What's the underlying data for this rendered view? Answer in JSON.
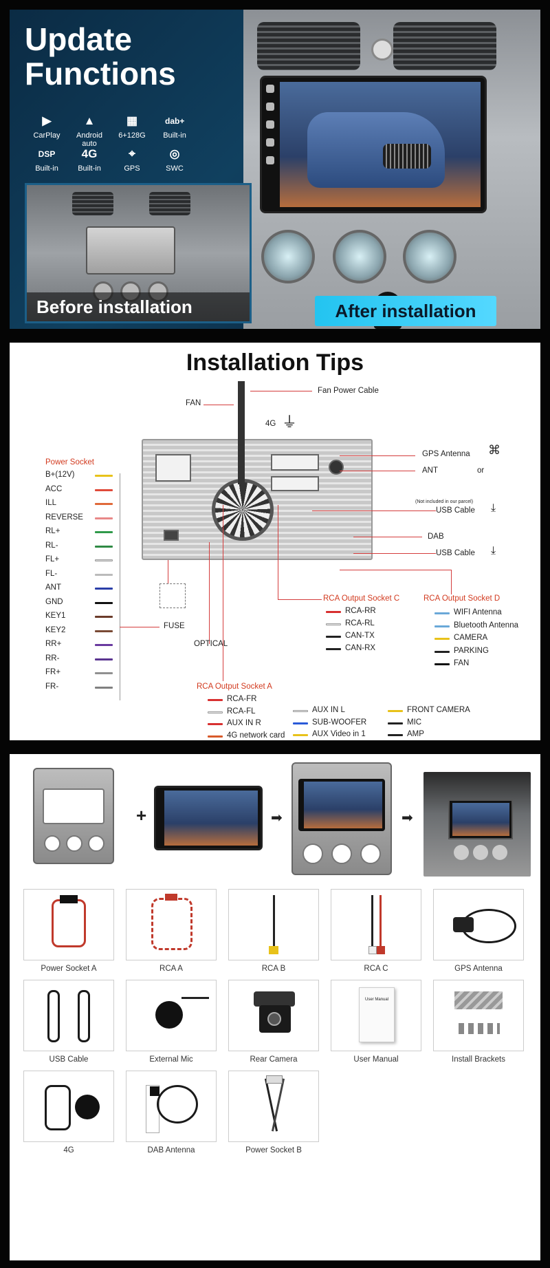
{
  "hero": {
    "title_line1": "Update",
    "title_line2": "Functions",
    "before_label": "Before installation",
    "after_label": "After installation",
    "features": [
      {
        "icon": "carplay-icon",
        "label": "CarPlay"
      },
      {
        "icon": "android-auto-icon",
        "label": "Android auto"
      },
      {
        "icon": "chip-icon",
        "label": "6+128G",
        "glyph": "▦"
      },
      {
        "icon": "dab-icon",
        "label": "Built-in",
        "glyph": "dab+"
      },
      {
        "icon": "dsp-icon",
        "label": "Built-in",
        "glyph": "DSP"
      },
      {
        "icon": "4g-icon",
        "label": "Built-in",
        "glyph": "4G"
      },
      {
        "icon": "gps-icon",
        "label": "GPS",
        "glyph": "⌖"
      },
      {
        "icon": "steering-wheel-icon",
        "label": "SWC",
        "glyph": "◎"
      }
    ]
  },
  "tips": {
    "title": "Installation Tips",
    "fan_power_cable": "Fan Power Cable",
    "fan": "FAN",
    "fourg": "4G",
    "gps_antenna": "GPS Antenna",
    "ant": "ANT",
    "or": "or",
    "not_included": "(Not included in our parcel)",
    "usb_cable_1": "USB Cable",
    "dab": "DAB",
    "usb_cable_2": "USB Cable",
    "fuse": "FUSE",
    "optical": "OPTICAL",
    "power_socket_title": "Power Socket",
    "power_socket": [
      {
        "label": "B+(12V)",
        "color": "#e8c21a"
      },
      {
        "label": "ACC",
        "color": "#e04a3a"
      },
      {
        "label": "ILL",
        "color": "#e06a3a"
      },
      {
        "label": "REVERSE",
        "color": "#e88888"
      },
      {
        "label": "RL+",
        "color": "#2f9a4a"
      },
      {
        "label": "RL-",
        "color": "#2f8a44"
      },
      {
        "label": "FL+",
        "color": "#dddddd"
      },
      {
        "label": "FL-",
        "color": "#bbbbbb"
      },
      {
        "label": "ANT",
        "color": "#2a3ea8"
      },
      {
        "label": "GND",
        "color": "#111111"
      },
      {
        "label": "KEY1",
        "color": "#6b3b2a"
      },
      {
        "label": "KEY2",
        "color": "#7a4a35"
      },
      {
        "label": "RR+",
        "color": "#6a3aa0"
      },
      {
        "label": "RR-",
        "color": "#5a3490"
      },
      {
        "label": "FR+",
        "color": "#909090"
      },
      {
        "label": "FR-",
        "color": "#808080"
      }
    ],
    "rca_c_title": "RCA Output Socket C",
    "rca_c": [
      {
        "label": "RCA-RR",
        "color": "#d83030"
      },
      {
        "label": "RCA-RL",
        "color": "#eeeeee"
      },
      {
        "label": "CAN-TX",
        "color": "#222222"
      },
      {
        "label": "CAN-RX",
        "color": "#222222"
      }
    ],
    "rca_d_title": "RCA Output Socket D",
    "rca_d": [
      {
        "label": "WIFI Antenna",
        "color": "#6aa8d8"
      },
      {
        "label": "Bluetooth Antenna",
        "color": "#6aa8d8"
      },
      {
        "label": "CAMERA",
        "color": "#e8c21a"
      },
      {
        "label": "PARKING",
        "color": "#222222"
      },
      {
        "label": "FAN",
        "color": "#111111"
      }
    ],
    "rca_a_title": "RCA Output Socket A",
    "rca_a": [
      {
        "label": "RCA-FR",
        "color": "#d83030"
      },
      {
        "label": "RCA-FL",
        "color": "#eeeeee"
      },
      {
        "label": "AUX IN R",
        "color": "#d83030"
      },
      {
        "label": "4G network card",
        "color": "#d85a2a"
      }
    ],
    "aux": [
      {
        "label": "AUX IN L",
        "color": "#eeeeee"
      },
      {
        "label": "SUB-WOOFER",
        "color": "#2a5ad8"
      },
      {
        "label": "AUX Video in 1",
        "color": "#e8c21a"
      }
    ],
    "front": [
      {
        "label": "FRONT CAMERA",
        "color": "#e8c21a"
      },
      {
        "label": "MIC",
        "color": "#222222"
      },
      {
        "label": "AMP",
        "color": "#222222"
      }
    ]
  },
  "package": {
    "items": [
      {
        "name": "Power Socket A"
      },
      {
        "name": "RCA  A"
      },
      {
        "name": "RCA  B"
      },
      {
        "name": "RCA  C"
      },
      {
        "name": "GPS Antenna"
      },
      {
        "name": "USB Cable"
      },
      {
        "name": "External Mic"
      },
      {
        "name": "Rear Camera"
      },
      {
        "name": "User Manual"
      },
      {
        "name": "Install Brackets"
      },
      {
        "name": "4G"
      },
      {
        "name": "DAB Antenna"
      },
      {
        "name": "Power Socket B"
      }
    ],
    "plus": "+",
    "arrow": "➡",
    "manual_cover": "User Manual"
  }
}
